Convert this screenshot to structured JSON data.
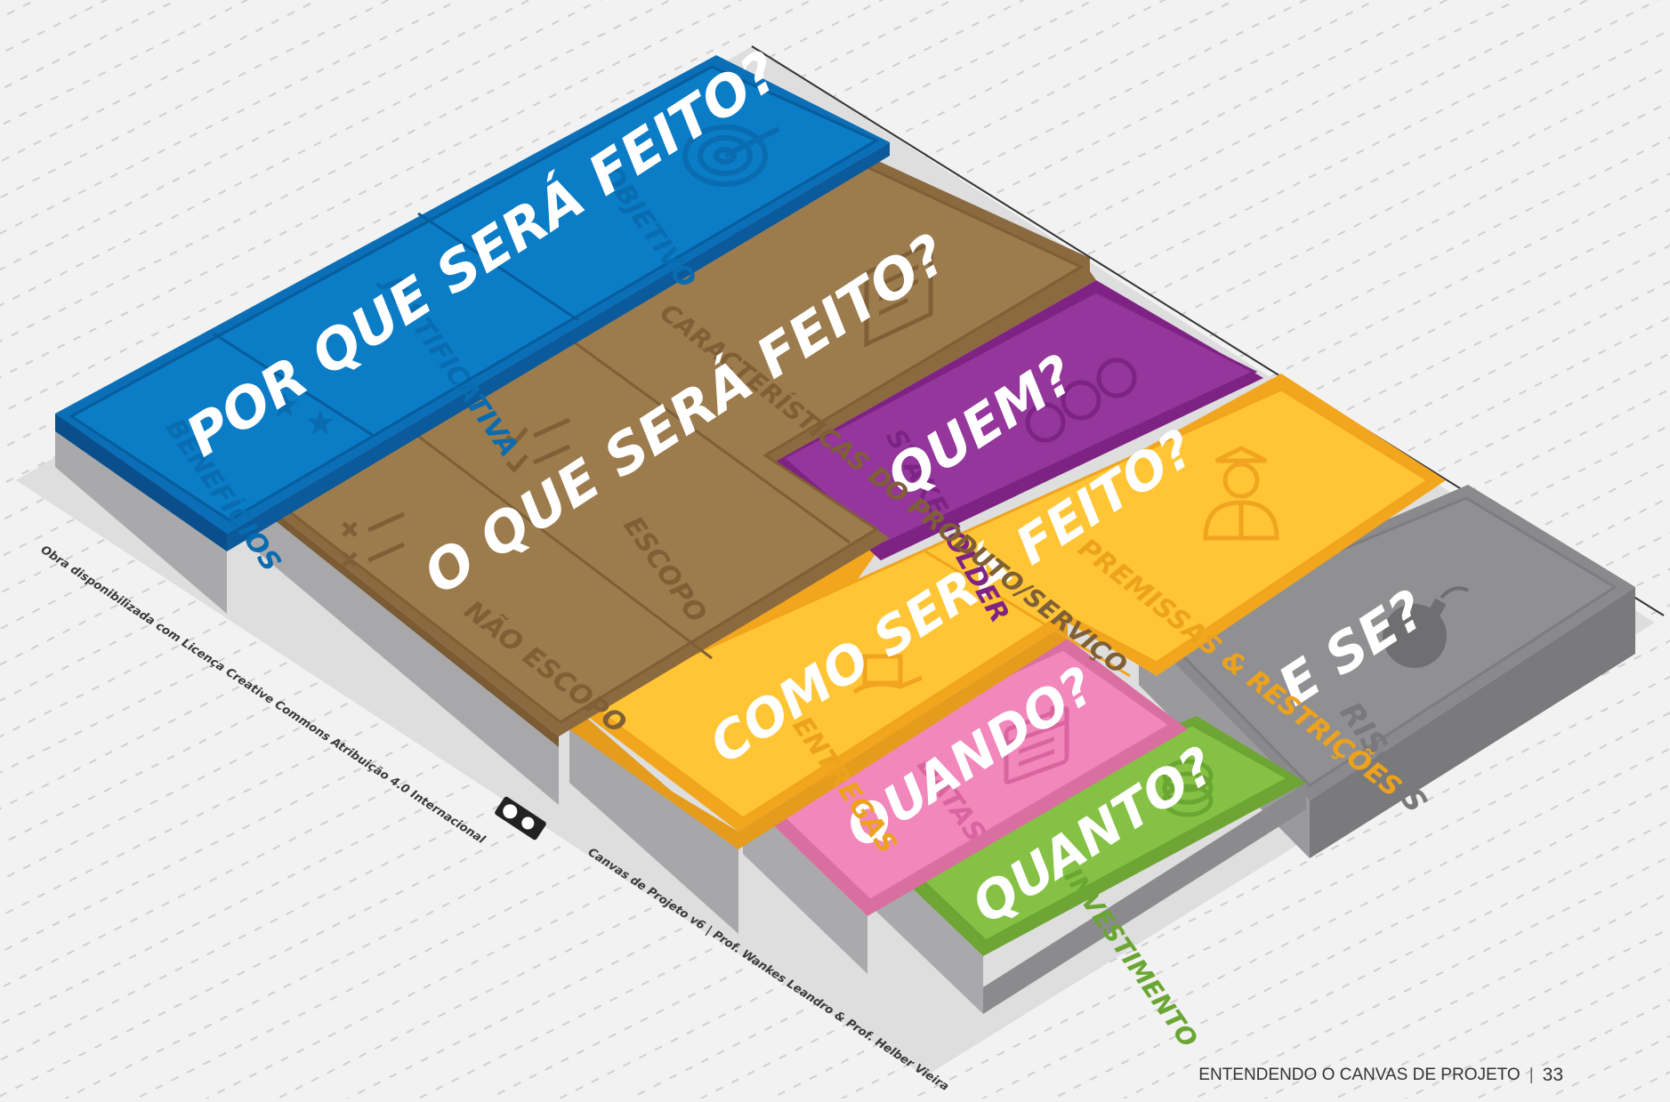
{
  "blocks": {
    "por_que": {
      "question": "POR QUE SERÁ FEITO?",
      "fields": [
        "OBJETIVO",
        "JUSTIFICATIVA",
        "BENEFÍCIOS"
      ],
      "color": "#0b7cc6"
    },
    "o_que": {
      "question": "O QUE SERÁ FEITO?",
      "fields": [
        "CARACTERÍSTICAS DO PRODUTO/SERVIÇO",
        "ESCOPO",
        "NÃO ESCOPO"
      ],
      "color": "#9b7a4c"
    },
    "quem": {
      "question": "QUEM?",
      "fields": [
        "STAKEHOLDER"
      ],
      "color": "#922f98"
    },
    "como": {
      "question": "COMO SERÁ FEITO?",
      "fields": [
        "PREMISSAS & RESTRIÇÕES",
        "ENTREGAS"
      ],
      "color": "#fbbb1f"
    },
    "quando": {
      "question": "QUANDO?",
      "fields": [
        "DATAS"
      ],
      "color": "#ef7ab3"
    },
    "quanto": {
      "question": "QUANTO?",
      "fields": [
        "INVESTIMENTO"
      ],
      "color": "#7ab83c"
    },
    "e_se": {
      "question": "E SE?",
      "fields": [
        "RISCOS"
      ],
      "color": "#8a8a8c"
    }
  },
  "license_text": "Obra disponibilizada com Licença Creative Commons Atribuição 4.0 Internacional",
  "author_text": "Canvas de Projeto v6 | Prof. Wankes Leandro & Prof. Helber Vieira",
  "footer": {
    "section": "ENTENDENDO O CANVAS DE PROJETO",
    "separator": "|",
    "page_number": "33"
  }
}
